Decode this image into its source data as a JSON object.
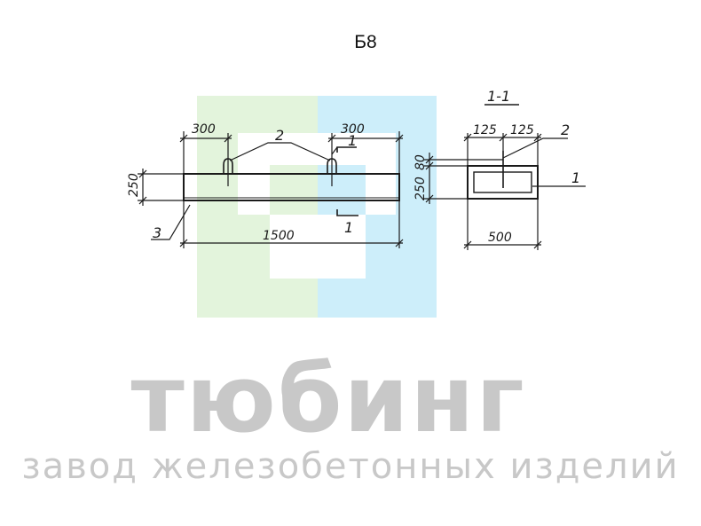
{
  "drawing": {
    "title": "Б8",
    "section_label": "1-1",
    "front_view": {
      "dim_left": "300",
      "dim_right": "300",
      "dim_length": "1500",
      "dim_height": "250",
      "callout_loops": "2",
      "callout_body": "3",
      "section_mark_top": "1",
      "section_mark_bottom": "1"
    },
    "section_view": {
      "dim_left": "125",
      "dim_right": "125",
      "dim_width": "500",
      "dim_height": "250",
      "dim_top": "80",
      "callout_loop": "2",
      "callout_body": "1"
    }
  },
  "watermark": {
    "brand": "тюбинг",
    "tagline": "завод железобетонных изделий",
    "colors": {
      "green": "#e3f4dc",
      "blue": "#cdeefa",
      "text": "#c8c8c8"
    }
  },
  "colors": {
    "ink": "#1a1a1a"
  }
}
